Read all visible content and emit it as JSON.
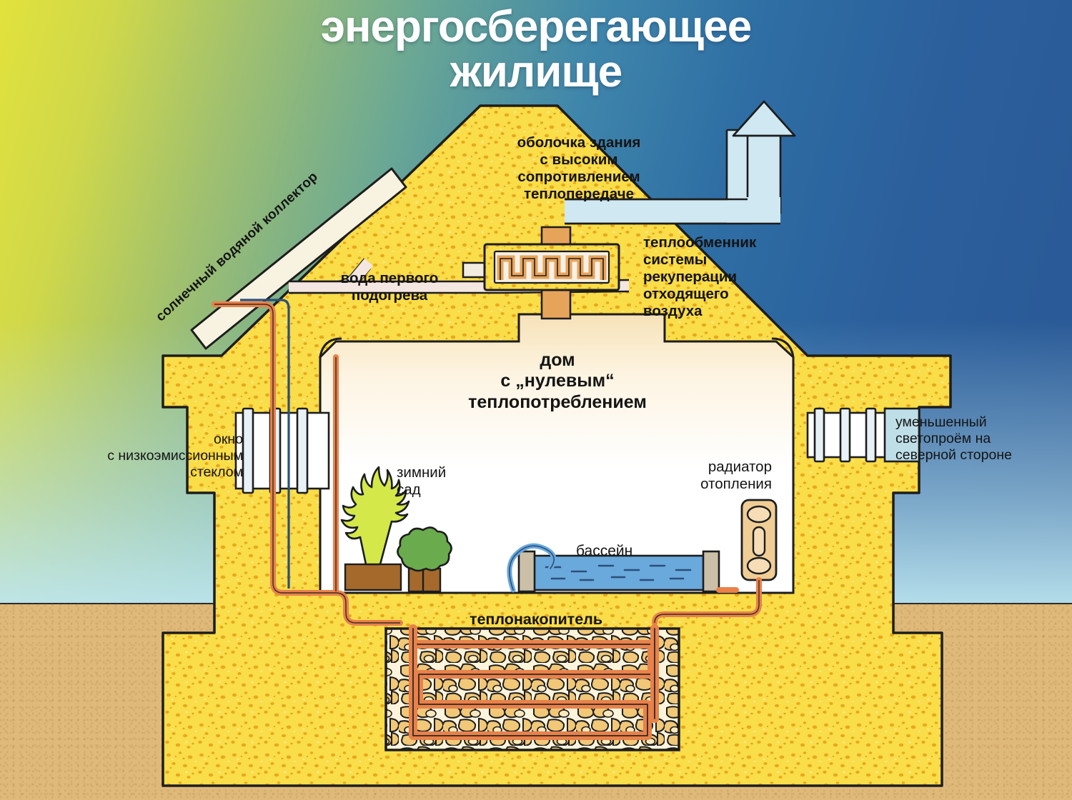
{
  "title": {
    "line1": "энергосберегающее",
    "line2": "жилище"
  },
  "labels": {
    "envelope": "оболочка здания\nс высоким\nсопротивлением\nтеплопередаче",
    "envelope_lines": [
      "оболочка здания",
      "с высоким",
      "сопротивлением",
      "теплопередаче"
    ],
    "heat_exchanger_lines": [
      "теплообменник",
      "системы",
      "рекуперации",
      "отходящего",
      "воздуха"
    ],
    "solar_collector": "солнечный водяной коллектор",
    "first_heat_water_lines": [
      "вода первого",
      "подогрева"
    ],
    "zero_house_lines": [
      "дом",
      "с „нулевым“",
      "теплопотреблением"
    ],
    "low_e_window_lines": [
      "окно",
      "с низкоэмиссионным",
      "стеклом"
    ],
    "north_opening_lines": [
      "уменьшенный",
      "светопроём на",
      "северной стороне"
    ],
    "winter_garden_lines": [
      "зимний",
      "сад"
    ],
    "radiator_lines": [
      "радиатор",
      "отопления"
    ],
    "pool": "бассейн",
    "heat_store": "теплонакопитель"
  },
  "colors": {
    "insulation_yellow": "#f8dc46",
    "insulation_speck": "#e8a81e",
    "ground_sand": "#dfb97a",
    "sky_blue_low": "#bee7f1",
    "sky_blue_deep": "#2a5794",
    "sky_yellow_green": "#e2e23c",
    "duct_light_blue": "#cfe8f2",
    "pipe_orange": "#e8814a",
    "pool_water": "#6aa9dc",
    "plant_lime": "#d4e84a",
    "plant_green": "#6aab4e",
    "planter_brown": "#a5692c",
    "stone_fill": "#f0c878",
    "radiator_tan": "#f0cd95",
    "outline": "#1d1d1d",
    "title_white": "#ffffff"
  },
  "elements": {
    "chimney_arrow": "up-arrow",
    "pool_spout": "water-spout",
    "window_left_panes": 3,
    "window_right_panes": 3,
    "heat_exchanger_coil": "serpentine",
    "heat_store_coil": "serpentine-4-pass",
    "plants": [
      "tall-lime-plant",
      "round-green-bush"
    ]
  }
}
